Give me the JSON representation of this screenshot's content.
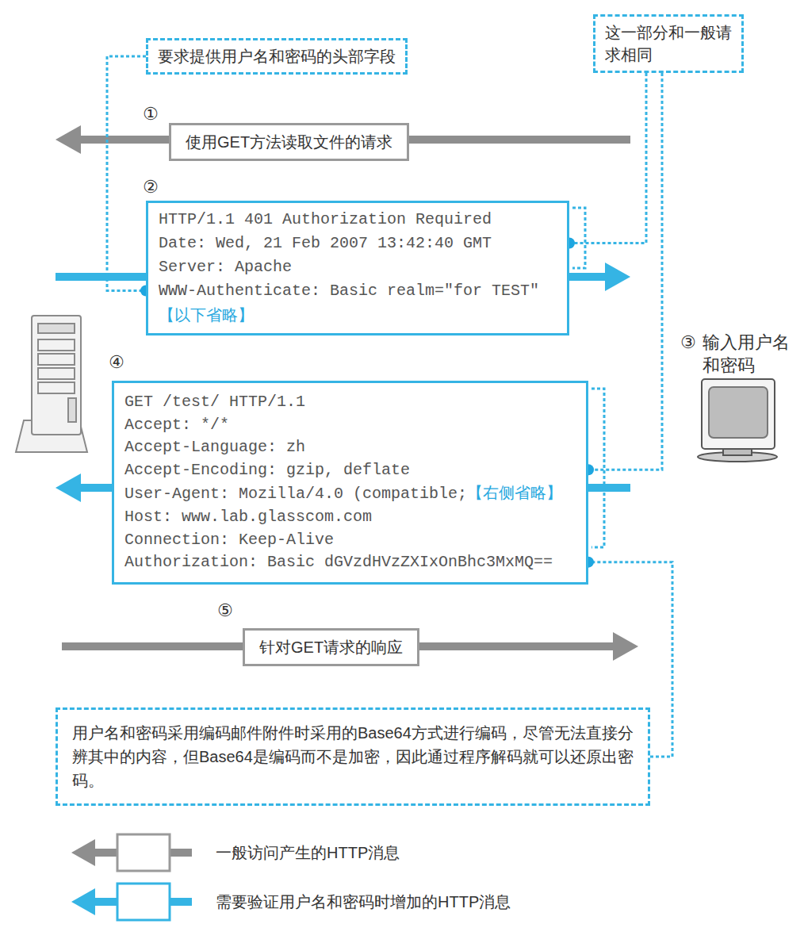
{
  "diagram": {
    "nodes": [
      {
        "text": [
          "要求提供用户名和密码的头部字段"
        ]
      },
      {
        "text": [
          "这一部分和一般请求相同"
        ]
      },
      {
        "text": [
          "使用GET方法读取文件的请求"
        ]
      },
      {
        "text": [
          "HTTP/1.1 401 Authorization Required",
          "Date: Wed, 21 Feb 2007 13:42:40 GMT",
          "Server: Apache",
          "WWW-Authenticate: Basic realm=\"for TEST\"",
          "【以下省略】"
        ]
      },
      {
        "text": [
          "GET /test/ HTTP/1.1",
          "Accept: */*",
          "Accept-Language: zh",
          "Accept-Encoding: gzip, deflate",
          "User-Agent: Mozilla/4.0 (compatible;",
          "【右侧省略】",
          "Host: www.lab.glasscom.com",
          "Connection: Keep-Alive",
          "Authorization: Basic dGVzdHVzZXIxOnBhc3MxMQ=="
        ]
      },
      {
        "text": [
          "针对GET请求的响应"
        ]
      },
      {
        "text": [
          "用户名和密码采用编码邮件附件时采用的Base64方式进行编码，尽管无法直接分辨其中的内容，但Base64是编码而不是加密，因此通过程序解码就可以还原出密码。"
        ]
      }
    ],
    "edges": [
      {
        "from": 0,
        "to": 3,
        "arrow": "none"
      },
      {
        "from": 1,
        "to": 3,
        "arrow": "none"
      },
      {
        "from": 1,
        "to": 4,
        "arrow": "none"
      },
      {
        "from": 6,
        "to": 4,
        "arrow": "none"
      }
    ],
    "labels": [
      "①",
      "②",
      "③",
      "输入用户名和密码",
      "④",
      "⑤"
    ],
    "legend": [
      {
        "text": "一般访问产生的HTTP消息"
      },
      {
        "text": "需要验证用户名和密码时增加的HTTP消息"
      }
    ]
  }
}
